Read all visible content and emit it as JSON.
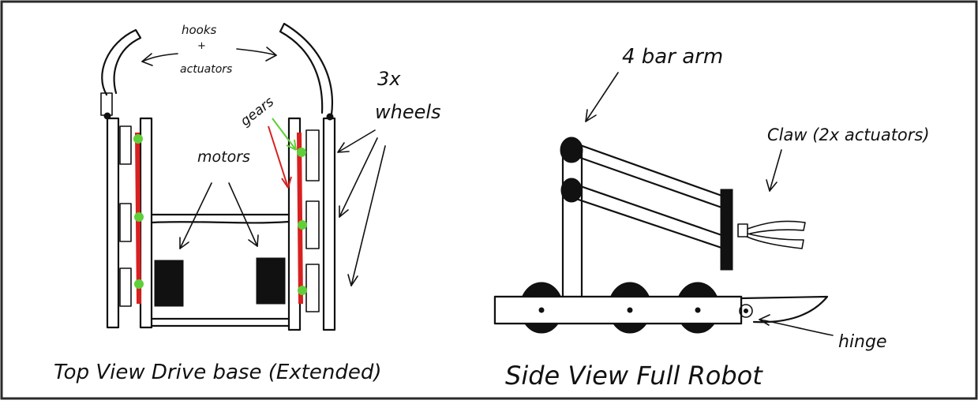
{
  "colors": {
    "ink": "#111111",
    "gear_green": "#5fcf3a",
    "chain_red": "#d82020",
    "background": "#ffffff",
    "frame": "#2a2a2a"
  },
  "top_view": {
    "label_hooks_line1": "hooks",
    "label_hooks_line2": "+",
    "label_hooks_line3": "actuators",
    "label_gears": "gears",
    "label_motors": "motors",
    "label_wheels_line1": "3x",
    "label_wheels_line2": "wheels",
    "caption": "Top View Drive base (Extended)"
  },
  "side_view": {
    "label_arm": "4 bar arm",
    "label_claw": "Claw (2x actuators)",
    "label_hinge": "hinge",
    "caption": "Side View Full Robot"
  }
}
